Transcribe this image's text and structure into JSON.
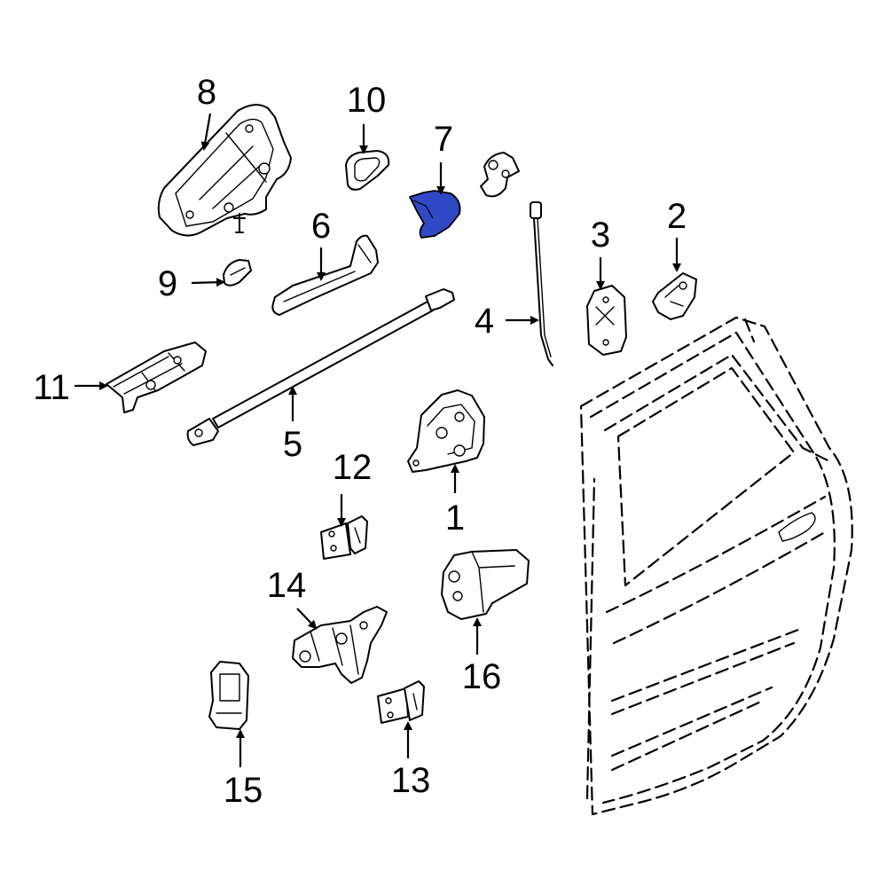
{
  "highlight_color": "#2f48c4",
  "highlighted_callout": "7",
  "callouts": {
    "c1": "1",
    "c2": "2",
    "c3": "3",
    "c4": "4",
    "c5": "5",
    "c6": "6",
    "c7": "7",
    "c8": "8",
    "c9": "9",
    "c10": "10",
    "c11": "11",
    "c12": "12",
    "c13": "13",
    "c14": "14",
    "c15": "15",
    "c16": "16"
  }
}
